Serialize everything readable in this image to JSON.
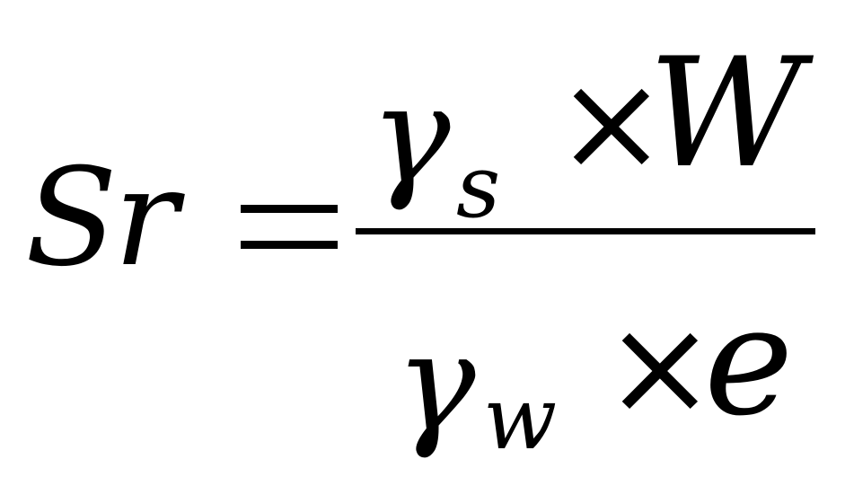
{
  "equation": {
    "lhs": "Sr",
    "equals": "=",
    "numerator": {
      "symbol": "γ",
      "subscript": "s",
      "operator": "×",
      "variable": "W"
    },
    "denominator": {
      "symbol": "γ",
      "subscript": "w",
      "operator": "×",
      "variable": "e"
    }
  }
}
